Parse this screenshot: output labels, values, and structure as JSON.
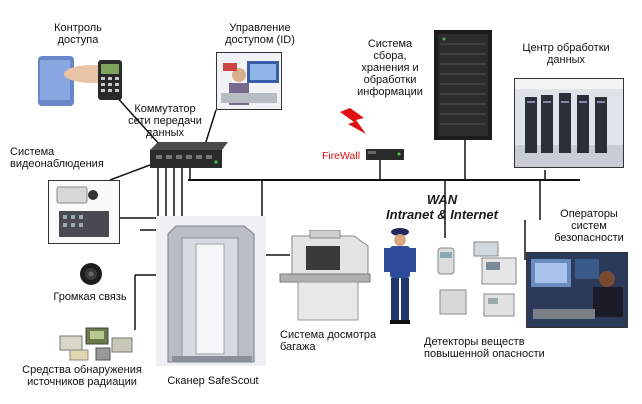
{
  "labels": {
    "access_control": [
      "Контроль",
      "доступа"
    ],
    "id_management": [
      "Управление",
      "доступом (ID)"
    ],
    "data_system": [
      "Система",
      "сбора,",
      "хранения и",
      "обработки",
      "информации"
    ],
    "data_center": [
      "Центр обработки",
      "данных"
    ],
    "network_switch": [
      "Коммутатор",
      "сети передачи",
      "данных"
    ],
    "video_surveillance": [
      "Система",
      "видеонаблюдения"
    ],
    "firewall": "FireWall",
    "wan": [
      "WAN",
      "Intranet & Internet"
    ],
    "security_operators": [
      "Операторы",
      "систем",
      "безопасности"
    ],
    "loudspeaker": "Громкая связь",
    "baggage_inspection": [
      "Система досмотра",
      "багажа"
    ],
    "hazard_detectors": [
      "Детекторы веществ",
      "повышенной опасности"
    ],
    "radiation_detection": [
      "Средства обнаружения",
      "источников радиации"
    ],
    "scanner": "Сканер SafeScout"
  },
  "colors": {
    "bus_line": "#111111",
    "firewall_text": "#e01010",
    "lightning": "#e01010"
  }
}
